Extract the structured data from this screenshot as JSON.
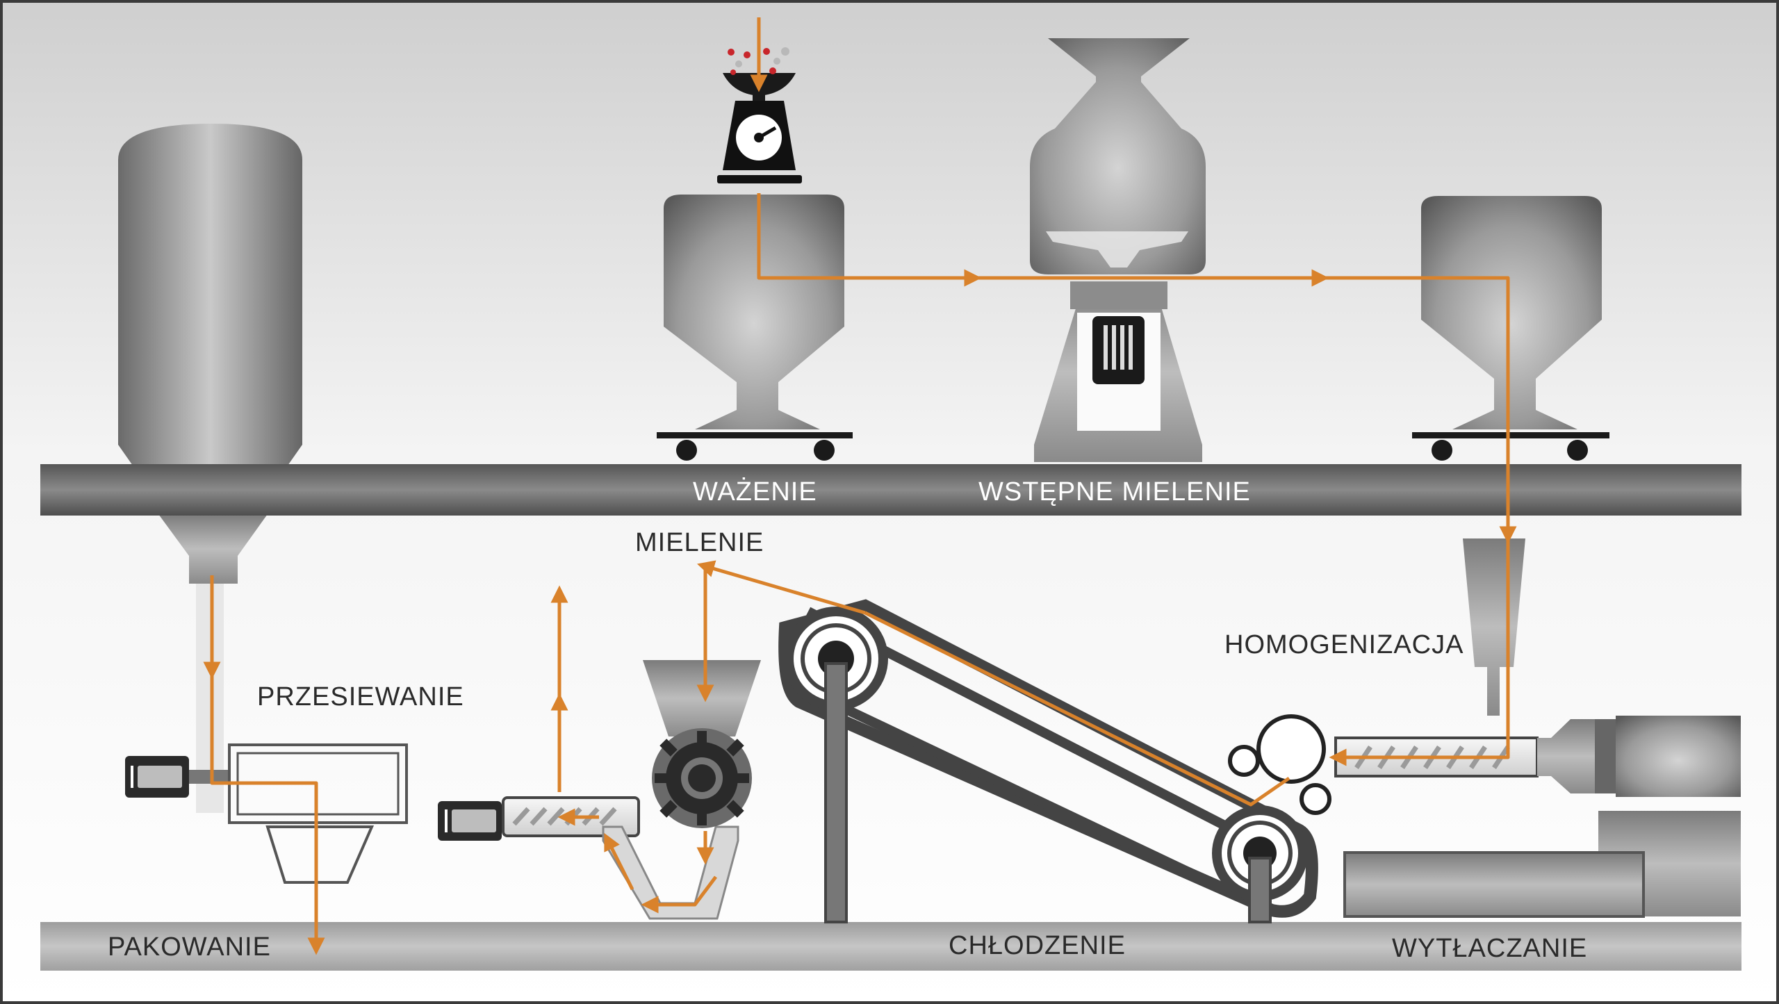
{
  "labels": {
    "weighing": "WAŻENIE",
    "premixing": "WSTĘPNE MIELENIE",
    "milling": "MIELENIE",
    "homogenization": "HOMOGENIZACJA",
    "sieving": "PRZESIEWANIE",
    "packing": "PAKOWANIE",
    "cooling": "CHŁODZENIE",
    "extrusion": "WYTŁACZANIE"
  },
  "colors": {
    "flow": "#d9822b",
    "frame": "#3a3a3a",
    "dark": "#111111",
    "beam": "#6b6b6b",
    "floor": "#a8a8a8"
  },
  "icons": {
    "scale": "kitchen-scale-icon",
    "motor": "electric-motor-icon",
    "gear": "gear-icon",
    "screw": "screw-conveyor-icon"
  }
}
